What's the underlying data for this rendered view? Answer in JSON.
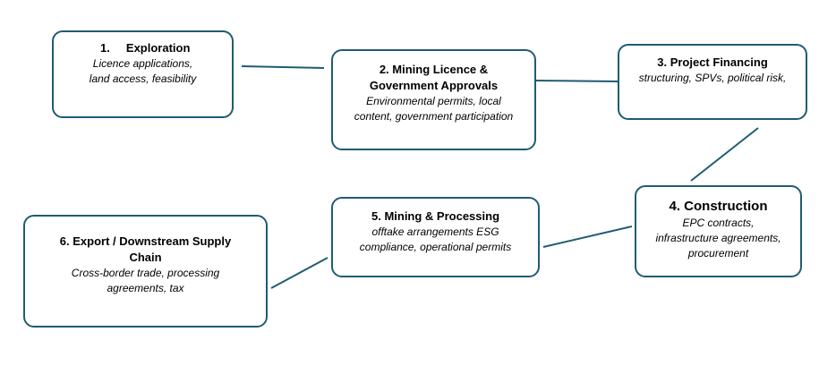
{
  "steps": [
    {
      "title": "1.     Exploration",
      "desc1": "Licence applications,",
      "desc2": "land access, feasibility",
      "desc3": ""
    },
    {
      "title": "2. Mining Licence &",
      "title2": "Government Approvals",
      "desc1": "Environmental permits, local",
      "desc2": "content, government participation",
      "desc3": ""
    },
    {
      "title": "3. Project Financing",
      "desc1": "structuring, SPVs, political risk,",
      "desc2": "",
      "desc3": ""
    },
    {
      "title": "4. Construction",
      "desc1": "EPC contracts,",
      "desc2": "infrastructure agreements,",
      "desc3": "procurement"
    },
    {
      "title": "5. Mining & Processing",
      "desc1": "offtake arrangements ESG",
      "desc2": "compliance, operational permits",
      "desc3": ""
    },
    {
      "title": "6. Export / Downstream Supply",
      "title2": "Chain",
      "desc1": "Cross-border trade, processing",
      "desc2": "agreements, tax",
      "desc3": ""
    }
  ],
  "colors": {
    "border": "#1f5c73",
    "connector": "#1f5c73"
  }
}
